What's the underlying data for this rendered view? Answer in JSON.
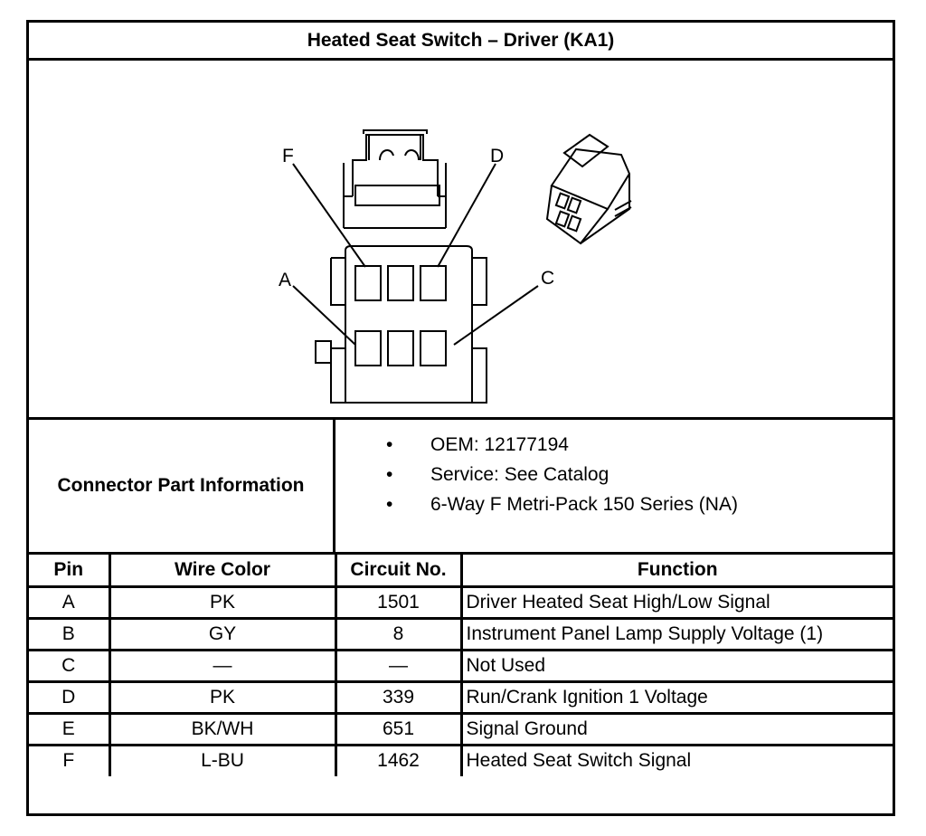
{
  "title": "Heated Seat Switch – Driver (KA1)",
  "diagram": {
    "pin_labels": [
      "F",
      "D",
      "A",
      "C"
    ]
  },
  "connector_info": {
    "label": "Connector Part Information",
    "bullet_glyph": "•",
    "items": [
      "OEM: 12177194",
      "Service: See Catalog",
      "6-Way F Metri-Pack 150 Series (NA)"
    ]
  },
  "table": {
    "headers": [
      "Pin",
      "Wire Color",
      "Circuit No.",
      "Function"
    ],
    "rows": [
      [
        "A",
        "PK",
        "1501",
        "Driver Heated Seat High/Low Signal"
      ],
      [
        "B",
        "GY",
        "8",
        "Instrument Panel Lamp Supply Voltage (1)"
      ],
      [
        "C",
        "—",
        "—",
        "Not Used"
      ],
      [
        "D",
        "PK",
        "339",
        "Run/Crank Ignition 1 Voltage"
      ],
      [
        "E",
        "BK/WH",
        "651",
        "Signal Ground"
      ],
      [
        "F",
        "L-BU",
        "1462",
        "Heated Seat Switch Signal"
      ]
    ]
  }
}
